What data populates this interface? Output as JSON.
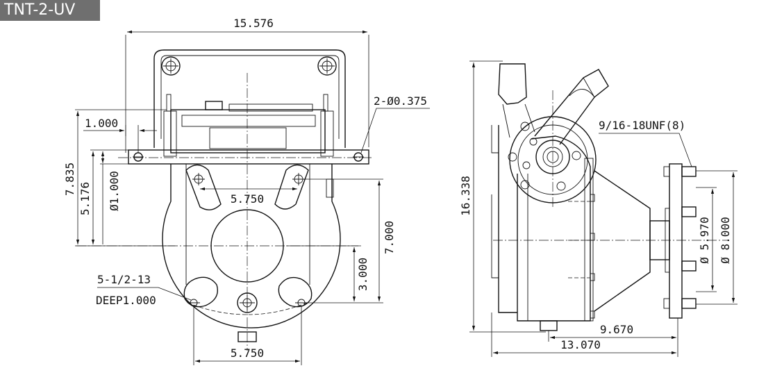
{
  "model_tag": "TNT-2-UV",
  "front_view": {
    "overall_width": "15.576",
    "mount_hole_spec": "2-Ø0.375",
    "offset_1": "1.000",
    "bore_diameter": "Ø1.000",
    "height_top": "7.835",
    "height_bore": "5.176",
    "bolt_spacing_top": "5.750",
    "height_right": "7.000",
    "center_to_bolt": "3.000",
    "tapped_hole_line1": "5-1/2-13",
    "tapped_hole_line2": "DEEP1.000",
    "bolt_spacing_bottom": "5.750"
  },
  "side_view": {
    "overall_height": "16.338",
    "flange_bolt_spec": "9/16-18UNF(8)",
    "bolt_circle_inner": "Ø 5.970",
    "bolt_circle_outer": "Ø 8.000",
    "length_short": "9.670",
    "length_overall": "13.070"
  }
}
